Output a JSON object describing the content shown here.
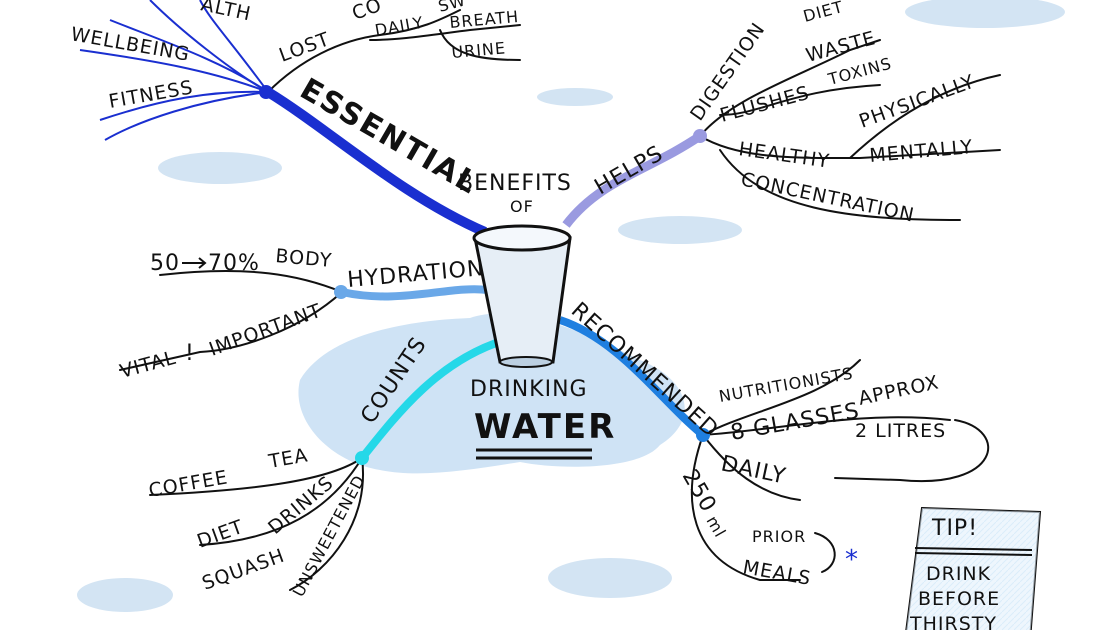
{
  "center": {
    "title_top": "BENEFITS",
    "title_of": "OF",
    "title_main1": "DRINKING",
    "title_main2": "WATER"
  },
  "colors": {
    "essential": "#1a2fd0",
    "helps": "#9a9ae0",
    "hydration": "#6aa8e8",
    "recommended": "#1f7fe0",
    "counts": "#25d8e8",
    "puddle": "#cfe3f5"
  },
  "branches": {
    "essential": {
      "label": "ESSENTIAL",
      "items": [
        "WELLBEING",
        "FITNESS",
        "LOST",
        "DAILY",
        "BREATH",
        "URINE"
      ],
      "cut": [
        "ALTH",
        "CO",
        "SW"
      ]
    },
    "helps": {
      "label": "HELPS",
      "items": [
        "DIGESTION",
        "FLUSHES",
        "WASTE",
        "TOXINS",
        "HEALTHY",
        "PHYSICALLY",
        "MENTALLY",
        "CONCENTRATION"
      ],
      "cut": [
        "DIET"
      ]
    },
    "hydration": {
      "label": "HYDRATION",
      "items": [
        "50",
        "70%",
        "BODY",
        "IMPORTANT",
        "VITAL"
      ]
    },
    "counts": {
      "label": "COUNTS",
      "items": [
        "COFFEE",
        "TEA",
        "DIET",
        "DRINKS",
        "SQUASH",
        "UNSWEETENED"
      ]
    },
    "recommended": {
      "label": "RECOMMENDED",
      "items": [
        "NUTRITIONISTS",
        "8 GLASSES",
        "APPROX",
        "2 LITRES",
        "DAILY",
        "250",
        "ml",
        "PRIOR",
        "MEALS"
      ]
    }
  },
  "tip": {
    "title": "TIP!",
    "lines": [
      "DRINK",
      "BEFORE",
      "THIRSTY"
    ]
  }
}
